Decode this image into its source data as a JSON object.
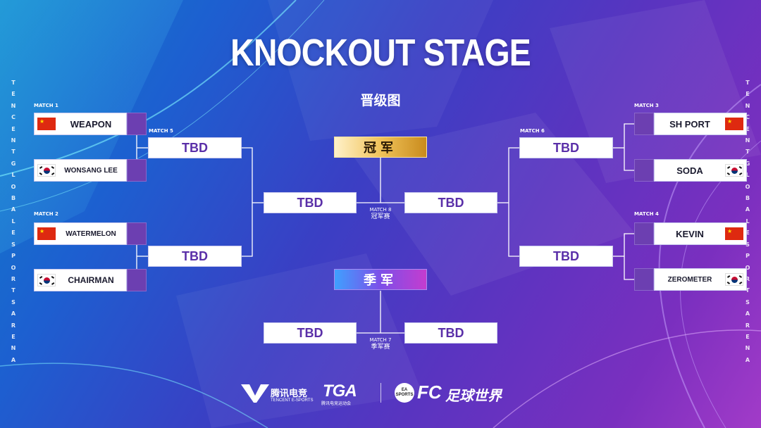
{
  "title": "KNOCKOUT STAGE",
  "subtitle": "晋级图",
  "side_text": "TENCENTGLOBAL ESPORTS ARENA",
  "matches": {
    "m1": "MATCH 1",
    "m2": "MATCH 2",
    "m3": "MATCH 3",
    "m4": "MATCH 4",
    "m5": "MATCH 5",
    "m6": "MATCH 6",
    "m7": "MATCH 7",
    "m7_sub": "季军赛",
    "m8": "MATCH 8",
    "m8_sub": "冠军赛"
  },
  "teams": {
    "weapon": "WEAPON",
    "wonsang": "WONSANG LEE",
    "watermelon": "WATERMELON",
    "chairman": "CHAIRMAN",
    "shport": "SH PORT",
    "soda": "SODA",
    "kevin": "KEVIN",
    "zerometer": "ZEROMETER"
  },
  "tbd": "TBD",
  "champion": "冠军",
  "third_place": "季军",
  "footer": {
    "tencent_cn": "腾讯电竞",
    "tencent_en": "TENCENT E-SPORTS",
    "tga": "TGA",
    "tga_sub": "腾讯电竞运动会",
    "ea": "EA SPORTS",
    "fc": "FC",
    "fc_cn": "足球世界"
  },
  "colors": {
    "purple": "#6c3fb1",
    "tbd_text": "#5a2fa8",
    "gold": "#f0c35a"
  }
}
